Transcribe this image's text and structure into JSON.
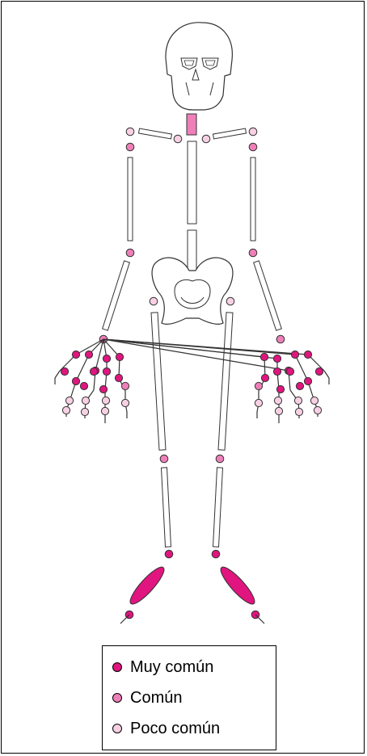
{
  "colors": {
    "very_common": "#e0157f",
    "common": "#ef7fb8",
    "uncommon": "#f8d0e4",
    "bone_stroke": "#333333"
  },
  "legend": {
    "items": [
      {
        "label": "Muy común",
        "level": "very_common"
      },
      {
        "label": "Común",
        "level": "common"
      },
      {
        "label": "Poco común",
        "level": "uncommon"
      }
    ]
  }
}
